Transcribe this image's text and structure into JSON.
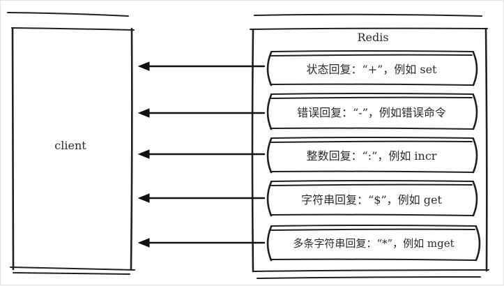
{
  "diagram": {
    "client_label": "client",
    "redis_label": "Redis",
    "reply_types": [
      {
        "label": "状态回复：“+”，例如 set"
      },
      {
        "label": "错误回复：“-”，例如错误命令"
      },
      {
        "label": "整数回复：“:”，例如 incr"
      },
      {
        "label": "字符串回复：“$”，例如 get"
      },
      {
        "label": "多条字符串回复：“*”，例如 mget"
      }
    ]
  }
}
